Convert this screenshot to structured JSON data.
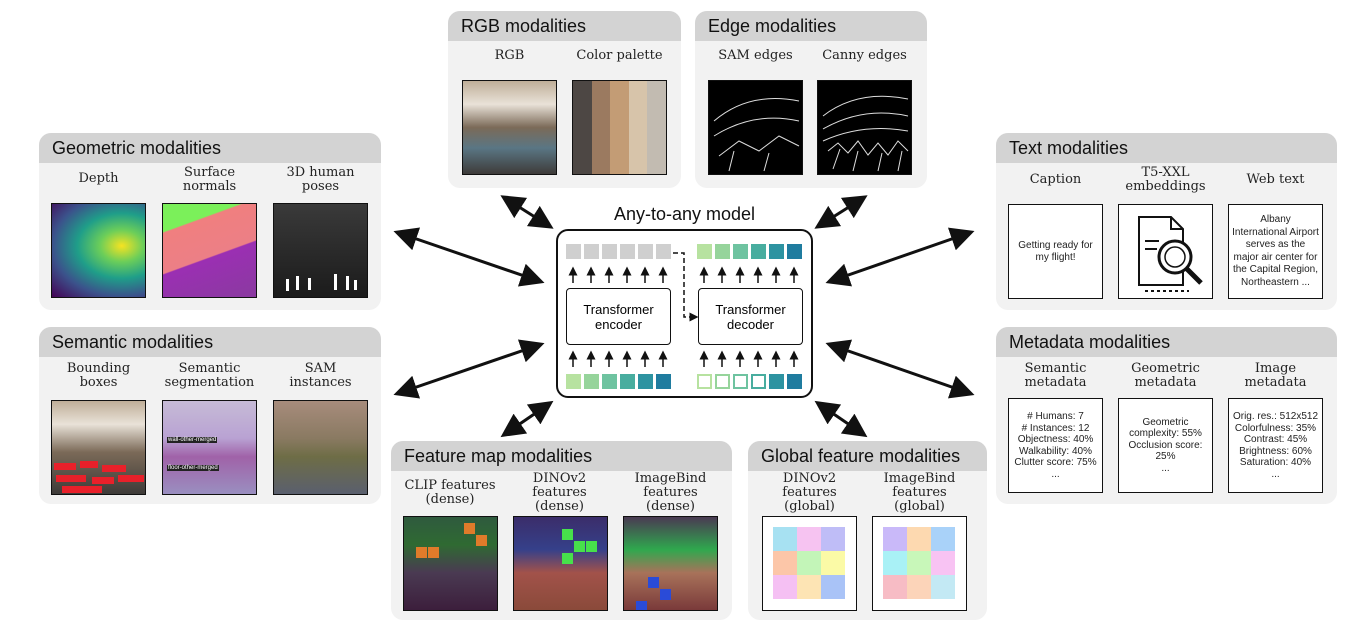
{
  "model": {
    "title": "Any-to-any model",
    "encoder": "Transformer encoder",
    "decoder": "Transformer decoder"
  },
  "rgb": {
    "title": "RGB modalities",
    "labels": [
      "RGB",
      "Color palette"
    ],
    "palette": [
      "#4d4744",
      "#9b7a60",
      "#c39c75",
      "#d7c4aa",
      "#c2bbb1"
    ]
  },
  "edge": {
    "title": "Edge modalities",
    "labels": [
      "SAM edges",
      "Canny edges"
    ]
  },
  "geometric": {
    "title": "Geometric modalities",
    "labels": [
      "Depth",
      "Surface\nnormals",
      "3D human\nposes"
    ]
  },
  "semantic": {
    "title": "Semantic modalities",
    "labels": [
      "Bounding\nboxes",
      "Semantic\nsegmentation",
      "SAM\ninstances"
    ],
    "seg_tags": [
      "wall-other-merged",
      "floor-other-merged"
    ]
  },
  "text": {
    "title": "Text modalities",
    "labels": [
      "Caption",
      "T5-XXL\nembeddings",
      "Web text"
    ],
    "caption": "Getting ready for my flight!",
    "webtext": "Albany International Airport serves as the major air center for the Capital Region, Northeastern ..."
  },
  "metadata": {
    "title": "Metadata modalities",
    "labels": [
      "Semantic\nmetadata",
      "Geometric\nmetadata",
      "Image\nmetadata"
    ],
    "semantic": [
      "# Humans: 7",
      "# Instances: 12",
      "Objectness: 40%",
      "Walkability: 40%",
      "Clutter score: 75%",
      "..."
    ],
    "geometric": [
      "Geometric complexity: 55%",
      "Occlusion score: 25%",
      "..."
    ],
    "image": [
      "Orig. res.: 512x512",
      "Colorfulness: 35%",
      "Contrast: 45%",
      "Brightness: 60%",
      "Saturation: 40%",
      "..."
    ]
  },
  "feature": {
    "title": "Feature map modalities",
    "labels": [
      "CLIP features\n(dense)",
      "DINOv2\nfeatures\n(dense)",
      "ImageBind\nfeatures\n(dense)"
    ]
  },
  "global": {
    "title": "Global feature modalities",
    "labels": [
      "DINOv2\nfeatures\n(global)",
      "ImageBind\nfeatures\n(global)"
    ],
    "dino_colors": [
      "#a7e1f2",
      "#f6c3f1",
      "#bfbdf7",
      "#fcc6a8",
      "#c3f5b8",
      "#fbfaa6",
      "#f5c0f3",
      "#fde4b4",
      "#a9c3f7"
    ],
    "imagebind_colors": [
      "#c9b9f9",
      "#fdd9b0",
      "#a9d2f9",
      "#a9f1f6",
      "#c8f7b9",
      "#f8c3f3",
      "#f7bcc5",
      "#fcd4b9",
      "#c3e9f4"
    ]
  },
  "tokens": {
    "top_left": [
      "#cfcfcf",
      "#cfcfcf",
      "#cfcfcf",
      "#cfcfcf",
      "#cfcfcf",
      "#cfcfcf"
    ],
    "top_right": [
      "#b7e2a0",
      "#96d49b",
      "#6ec3a0",
      "#48ad9f",
      "#2d93a1",
      "#1f7c9f"
    ],
    "bottom_left": [
      "#b7e2a0",
      "#96d49b",
      "#6ec3a0",
      "#48ad9f",
      "#2d93a1",
      "#1f7c9f"
    ],
    "bottom_right_outline": [
      "#b7e2a0",
      "#96d49b",
      "#6ec3a0",
      "#48ad9f"
    ],
    "bottom_right_fill": [
      "#2d93a1",
      "#1f7c9f"
    ]
  }
}
